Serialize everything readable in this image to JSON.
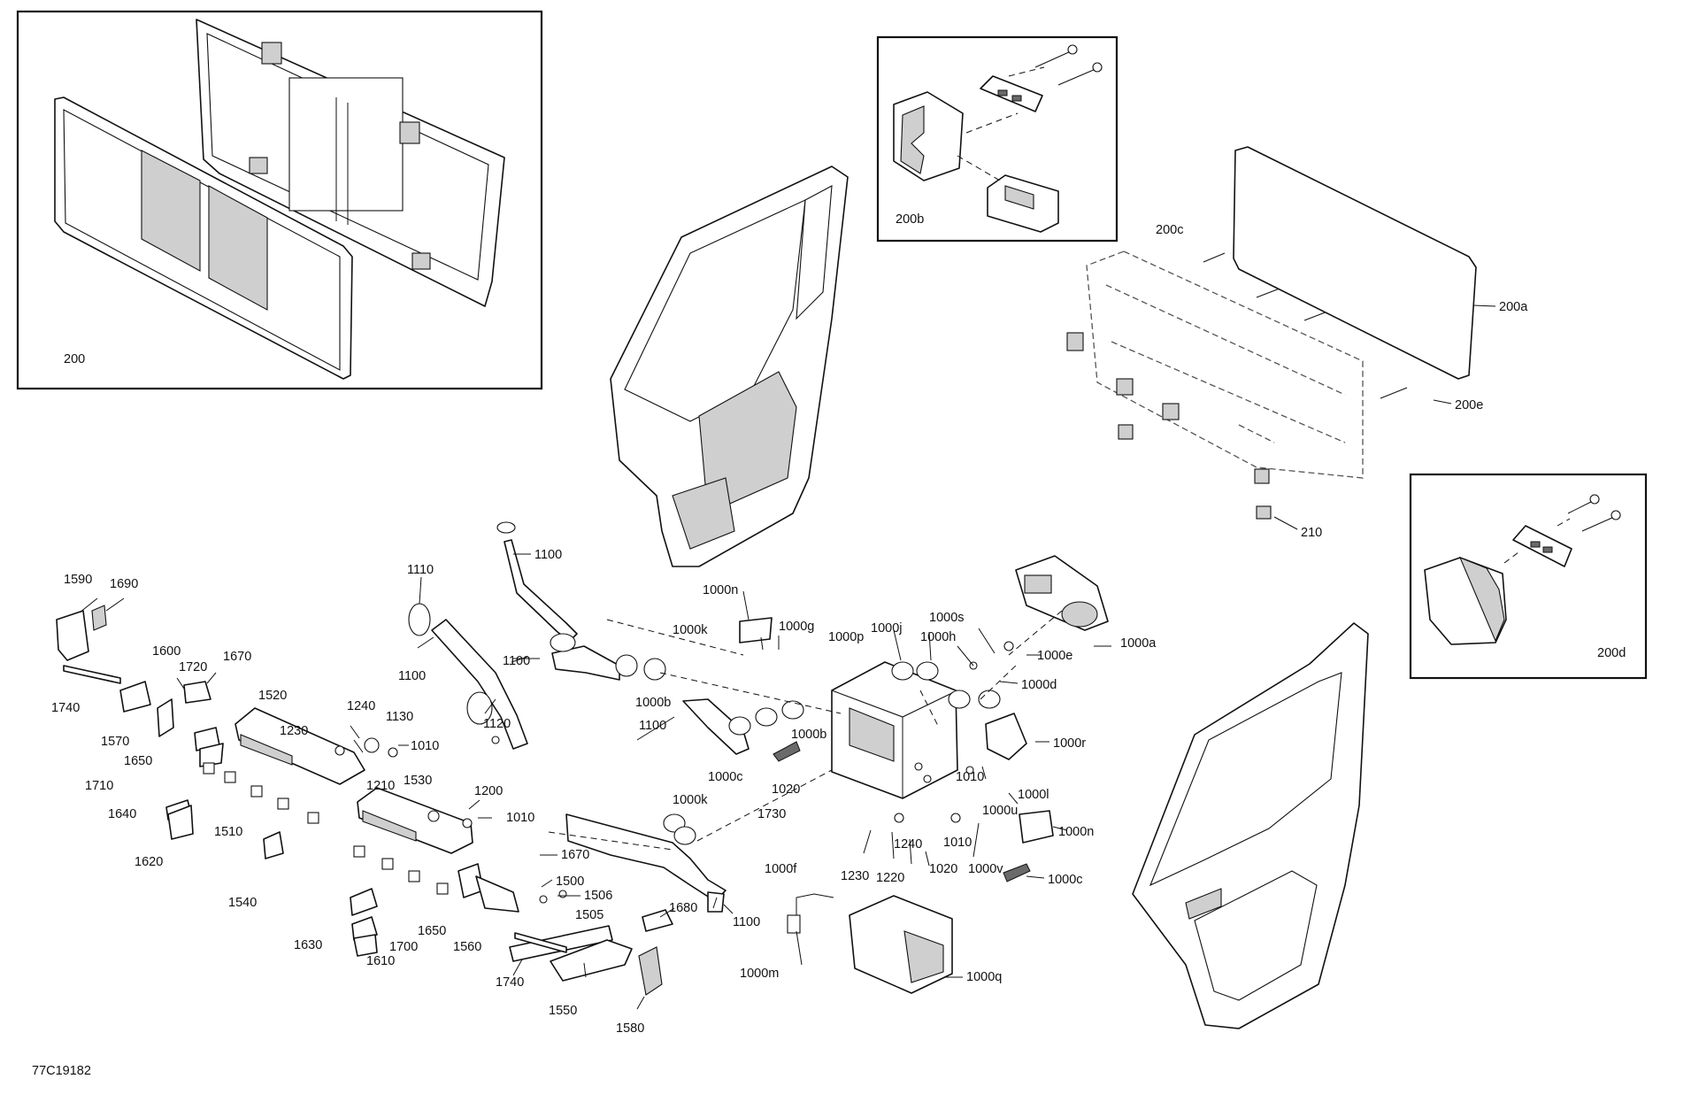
{
  "drawing_code": "77C19182",
  "insets": [
    {
      "id": "inset-200",
      "label": "200"
    },
    {
      "id": "inset-200b",
      "label": "200b"
    },
    {
      "id": "inset-200d",
      "label": "200d"
    }
  ],
  "callouts": [
    "200a",
    "200c",
    "200e",
    "210",
    "1590",
    "1690",
    "1740",
    "1600",
    "1720",
    "1670",
    "1570",
    "1650",
    "1710",
    "1640",
    "1620",
    "1520",
    "1510",
    "1540",
    "1630",
    "1610",
    "1700",
    "1650",
    "1560",
    "1740",
    "1550",
    "1580",
    "1110",
    "1100",
    "1130",
    "1120",
    "1100",
    "1100",
    "1100",
    "1100",
    "1230",
    "1240",
    "1010",
    "1210",
    "1530",
    "1200",
    "1010",
    "1670",
    "1500",
    "1506",
    "1505",
    "1680",
    "1000n",
    "1000k",
    "1000g",
    "1000b",
    "1000b",
    "1000c",
    "1000k",
    "1020",
    "1730",
    "1000p",
    "1000j",
    "1000h",
    "1000s",
    "1000e",
    "1000d",
    "1000a",
    "1000r",
    "1010",
    "1000l",
    "1000u",
    "1010",
    "1000n",
    "1000v",
    "1000c",
    "1240",
    "1230",
    "1220",
    "1020",
    "1000f",
    "1000m",
    "1000q"
  ]
}
